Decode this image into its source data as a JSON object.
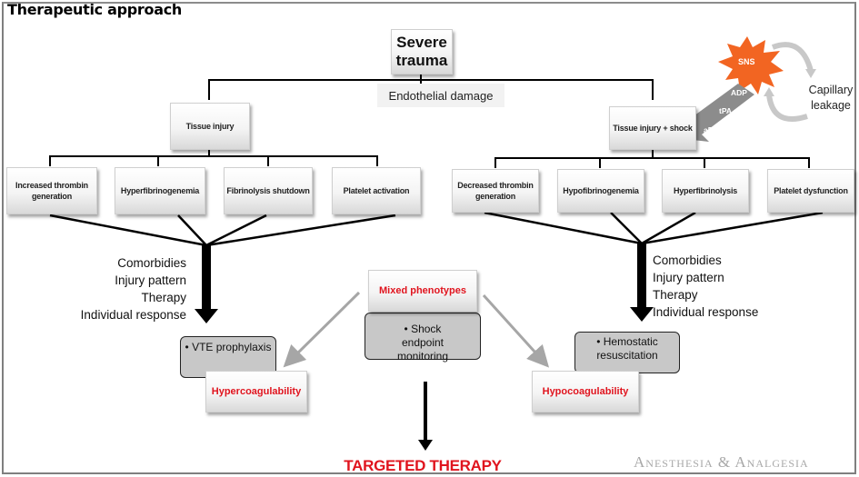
{
  "title": "Therapeutic approach",
  "root": {
    "label": "Severe trauma"
  },
  "endothelial_label": "Endothelial damage",
  "left_branch": {
    "label": "Tissue injury",
    "children": [
      "Increased thrombin generation",
      "Hyperfibrinogenemia",
      "Fibrinolysis shutdown",
      "Platelet activation"
    ],
    "modifiers": [
      "Comorbidies",
      "Injury pattern",
      "Therapy",
      "Individual response"
    ],
    "therapy": "• VTE prophylaxis",
    "outcome": "Hypercoagulability"
  },
  "right_branch": {
    "label": "Tissue injury + shock",
    "children": [
      "Decreased thrombin generation",
      "Hypofibrinogenemia",
      "Hyperfibrinolysis",
      "Platelet  dysfunction"
    ],
    "modifiers": [
      "Comorbidies",
      "Injury pattern",
      "Therapy",
      "Individual response"
    ],
    "therapy": "• Hemostatic resuscitation",
    "outcome": "Hypocoagulability"
  },
  "middle": {
    "outcome": "Mixed phenotypes",
    "therapy": "• Shock endpoint monitoring"
  },
  "sns": {
    "label": "SNS",
    "mediators": [
      "ADP",
      "tPA",
      "aPC"
    ],
    "cycle_label": "Capillary leakage"
  },
  "final": "TARGETED THERAPY",
  "watermark": "Anesthesia & Analgesia",
  "colors": {
    "accent_red": "#e0141e",
    "sns_orange": "#f26522",
    "arrow_gray": "#8c8c8c"
  }
}
